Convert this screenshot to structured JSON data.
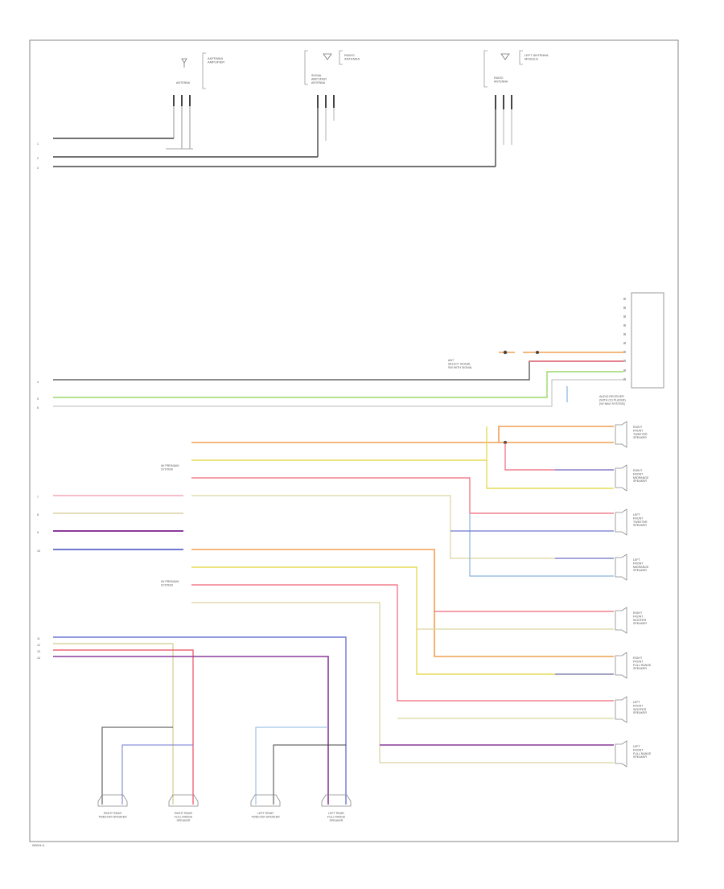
{
  "colors": {
    "black": "#444444",
    "gray": "#9a9a9a",
    "orange": "#f0a050",
    "yellow": "#e6dc55",
    "red": "#ee6677",
    "pink": "#f4a6b6",
    "green": "#9ad86a",
    "ltblue": "#88b4e0",
    "blue": "#6f77d0",
    "purple": "#8a3a9a",
    "tan": "#d9d4a0",
    "brown": "#9a7a55"
  },
  "page_ref": "W0004-A",
  "top_components": [
    {
      "id": "antenna-1",
      "name": "ANTENNA\nAMPLIFIER",
      "sub": "ANTENNA"
    },
    {
      "id": "antenna-2",
      "name": "RADIO\nANTENNA",
      "sub": "SIGNAL\nAMPLIFIER\nANTENNA"
    },
    {
      "id": "antenna-3",
      "name": "LEFT ANTENNA\nMODULE",
      "sub": "RADIO\nANTENNA"
    }
  ],
  "receiver_label": "AUDIO RECEIVER\n(WITH CD PLAYER)\n(W/ NAVI SYSTEM)",
  "receiver_note": "ANT\nSELECT SIGNAL\nSW WITH SIGNAL",
  "amp_groups": [
    {
      "label": "W/ PREMIUM\nSYSTEM"
    },
    {
      "label": "W/ PREMIUM\nSYSTEM"
    }
  ],
  "speakers_right": [
    "RIGHT\nFRONT\nTWEETER\nSPEAKER",
    "RIGHT\nFRONT\nMIDRANGE\nSPEAKER",
    "LEFT\nFRONT\nTWEETER\nSPEAKER",
    "LEFT\nFRONT\nMIDRANGE\nSPEAKER",
    "RIGHT\nFRONT\nWOOFER\nSPEAKER",
    "RIGHT\nFRONT\nFULL RANGE\nSPEAKER",
    "LEFT\nFRONT\nWOOFER\nSPEAKER",
    "LEFT\nFRONT\nFULL RANGE\nSPEAKER"
  ],
  "speakers_bottom": [
    "RIGHT REAR\nTWEETER SPEAKER",
    "RIGHT REAR\nFULL RANGE\nSPEAKER",
    "LEFT REAR\nTWEETER SPEAKER",
    "LEFT REAR\nFULL RANGE\nSPEAKER"
  ]
}
